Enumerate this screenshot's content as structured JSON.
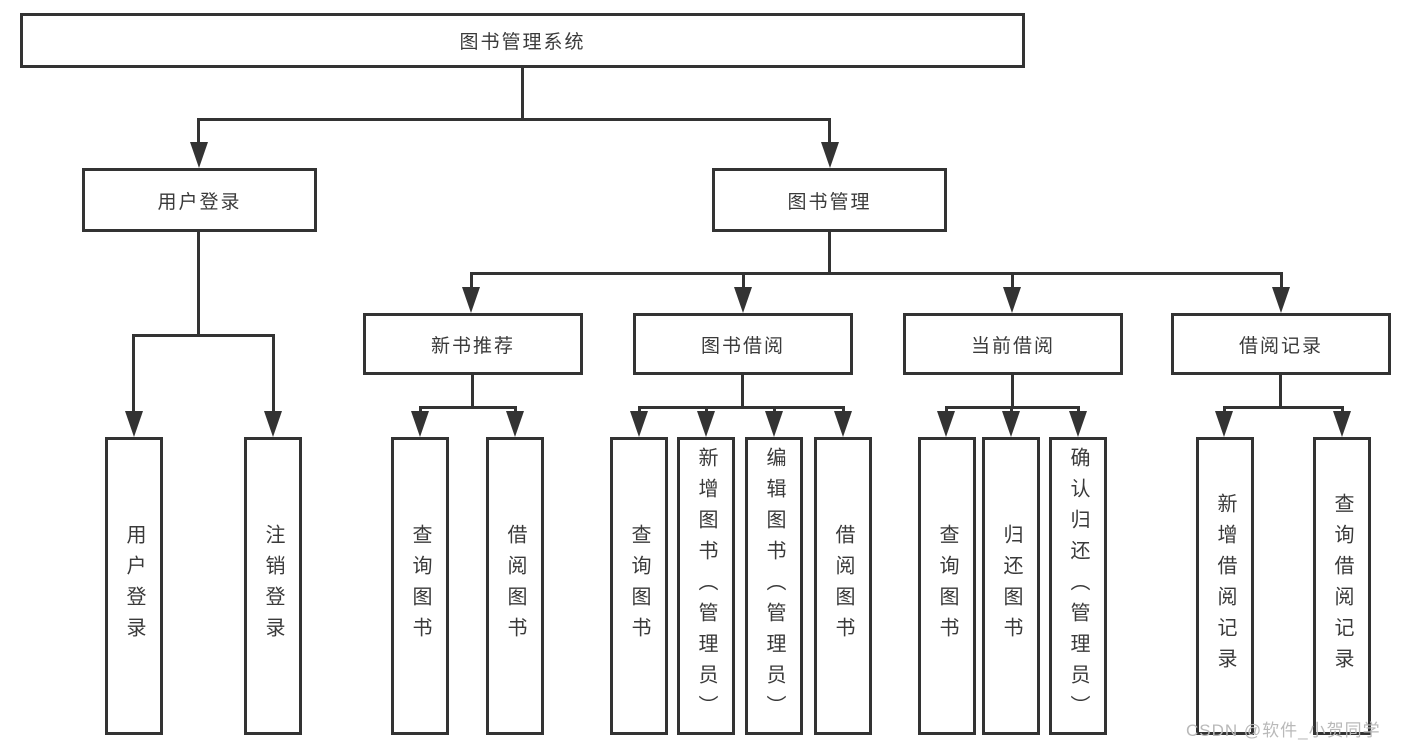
{
  "diagram": {
    "root_label": "图书管理系统",
    "level2": [
      "用户登录",
      "图书管理"
    ],
    "level3": [
      "新书推荐",
      "图书借阅",
      "当前借阅",
      "借阅记录"
    ],
    "leaves": {
      "user_login": [
        "用户登录",
        "注销登录"
      ],
      "new_book_recommend": [
        "查询图书",
        "借阅图书"
      ],
      "book_borrow": [
        "查询图书",
        "新增图书（管理员）",
        "编辑图书（管理员）",
        "借阅图书"
      ],
      "current_borrow": [
        "查询图书",
        "归还图书",
        "确认归还（管理员）"
      ],
      "borrow_records": [
        "新增借阅记录",
        "查询借阅记录"
      ]
    }
  },
  "watermark": "CSDN @软件_小贺同学",
  "colors": {
    "line": "#333333",
    "text": "#3a3a3a",
    "background": "#ffffff",
    "watermark": "#b9b9b9"
  }
}
